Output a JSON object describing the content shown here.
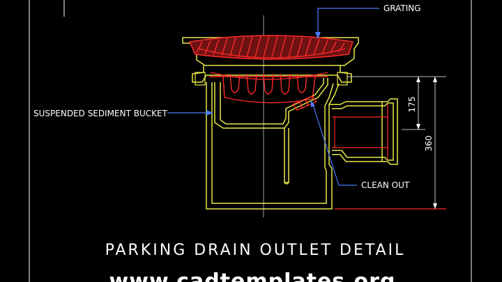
{
  "drawing": {
    "title": "PARKING DRAIN OUTLET DETAIL",
    "watermark": "www.cadtemplates.org",
    "labels": {
      "grating": "GRATING",
      "bucket": "SUSPENDED SEDIMENT BUCKET",
      "clean_out": "CLEAN OUT"
    },
    "dimensions": {
      "upper": "175",
      "overall": "360"
    },
    "colors": {
      "background": "#000000",
      "body_outline": "#e8e84a",
      "grating": "#ff2a2a",
      "leader": "#4a7bff",
      "centerline": "#cfcfcf",
      "text": "#ffffff"
    }
  }
}
